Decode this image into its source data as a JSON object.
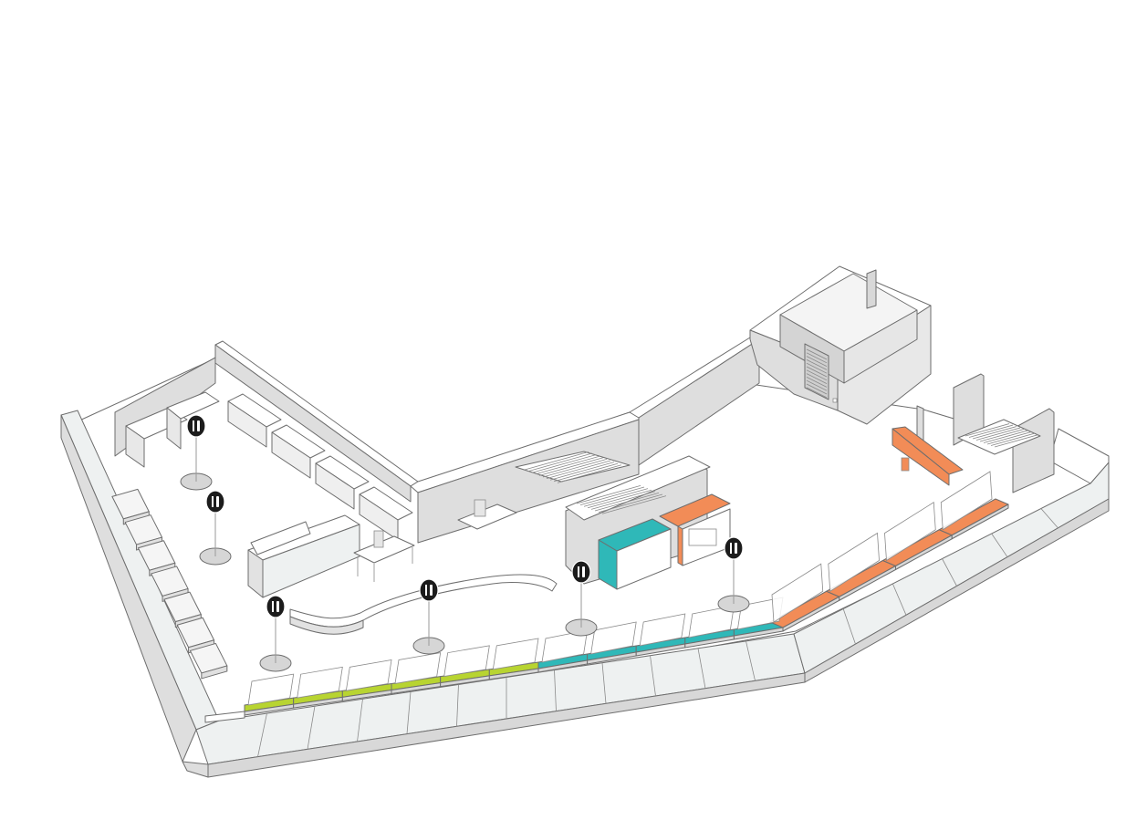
{
  "colors": {
    "background": "#ffffff",
    "floor": "#ffffff",
    "wall_top": "#ffffff",
    "wall_side": "#dedede",
    "wall_shade": "#cfcfcf",
    "glass": "#eef1f1",
    "outline": "#6e6e6e",
    "bench_green": "#b8d431",
    "bench_teal": "#2fb8b8",
    "bench_orange": "#f28c57",
    "kiosk_teal": "#2fb8b8",
    "kiosk_orange": "#f28c57",
    "sign_fill": "#1c1c1c",
    "sign_glyph": "#ffffff",
    "sign_base": "#d6d6d6"
  },
  "icons": {
    "signpost": "fork-knife-icon",
    "stair": "staircase",
    "door": "elevator-door"
  },
  "zones": {
    "green_bench_segments": 6,
    "teal_bench_segments": 5,
    "orange_bench_segments": 4
  }
}
